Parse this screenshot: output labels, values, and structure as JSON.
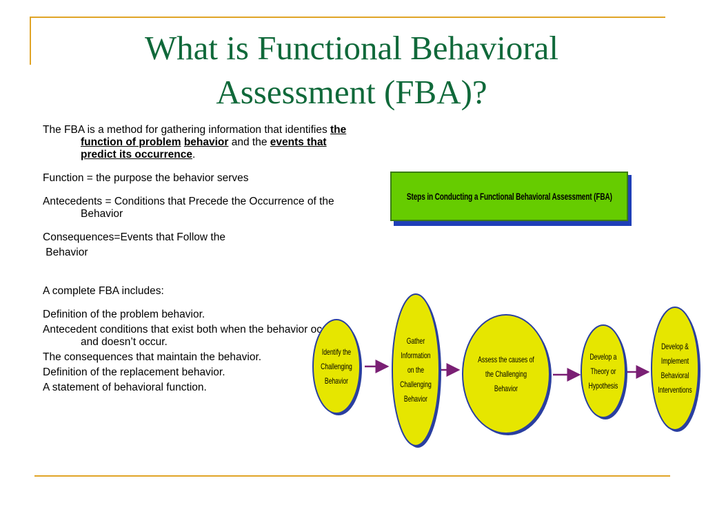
{
  "title": {
    "line1": "What is Functional Behavioral",
    "line2": "Assessment (FBA)?"
  },
  "body": {
    "p1_a": "The FBA is a method for gathering information that identifies ",
    "p1_b": "the function of problem",
    "p1_c": " ",
    "p1_d": "behavior",
    "p1_e": " and the ",
    "p1_f": "events that predict its occurrence",
    "p1_g": ".",
    "function_line": "Function = the purpose the behavior serves",
    "antecedents_line": "Antecedents = Conditions that Precede the Occurrence of the Behavior",
    "consequences_line1": "Consequences=Events that Follow the",
    "consequences_line2": " Behavior",
    "complete_fba": "A complete FBA includes:",
    "list": [
      "Definition of the problem behavior.",
      "Antecedent conditions that exist both when the behavior occurs and doesn’t occur.",
      "The consequences that maintain the behavior.",
      "Definition of the replacement behavior.",
      "A statement of behavioral function."
    ]
  },
  "banner": {
    "text": "Steps in Conducting a Functional Behavioral Assessment (FBA)"
  },
  "flow_steps": [
    "Identify the\nChallenging\nBehavior",
    "Gather\nInformation\non the\nChallenging\nBehavior",
    "Assess the causes of\nthe Challenging\nBehavior",
    "Develop a\nTheory or\nHypothesis",
    "Develop &\nImplement\nBehavioral\nInterventions"
  ],
  "colors": {
    "title": "#10693a",
    "frame": "#e0a426",
    "banner_fill": "#66cc00",
    "banner_shadow": "#1f3fb8",
    "ellipse_fill": "#e6e600",
    "ellipse_stroke": "#2a3fa0",
    "arrow": "#7a1f74"
  }
}
